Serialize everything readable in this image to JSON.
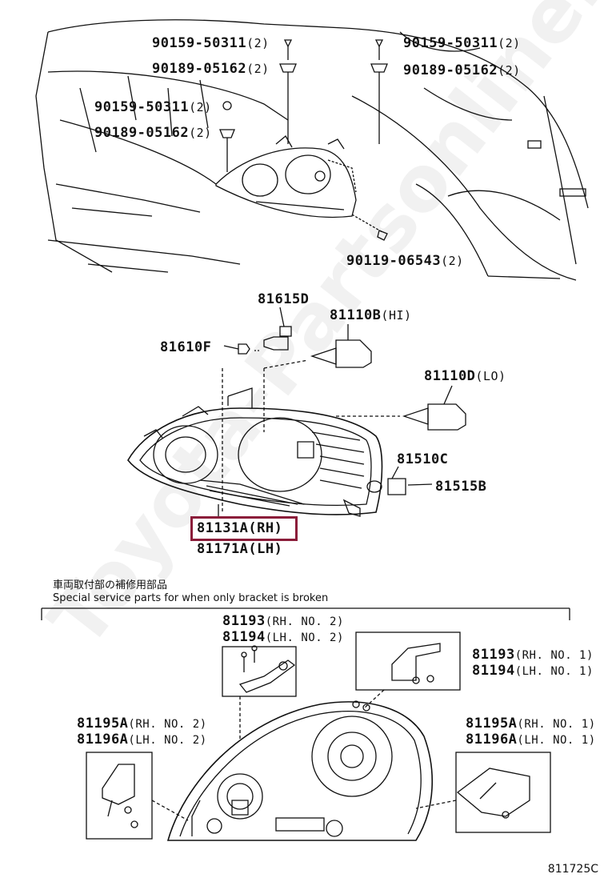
{
  "top_callouts": [
    {
      "part": "90159-50311",
      "qty": "(2)"
    },
    {
      "part": "90189-05162",
      "qty": "(2)"
    },
    {
      "part": "90159-50311",
      "qty": "(2)"
    },
    {
      "part": "90189-05162",
      "qty": "(2)"
    },
    {
      "part": "90159-50311",
      "qty": "(2)"
    },
    {
      "part": "90189-05162",
      "qty": "(2)"
    },
    {
      "part": "90119-06543",
      "qty": "(2)"
    }
  ],
  "lamp_callouts": [
    {
      "part": "81615D",
      "note": ""
    },
    {
      "part": "81110B",
      "note": "(HI)"
    },
    {
      "part": "81610F",
      "note": ""
    },
    {
      "part": "81110D",
      "note": "(LO)"
    },
    {
      "part": "81510C",
      "note": ""
    },
    {
      "part": "81515B",
      "note": ""
    }
  ],
  "highlighted_part": "81131A(RH)",
  "lh_part": "81171A(LH)",
  "section_note_jp": "車両取付部の補修用部品",
  "section_note_en": "Special service parts for when only bracket is broken",
  "bracket_callouts": [
    {
      "part": "81193",
      "note": "(RH. NO. 2)"
    },
    {
      "part": "81194",
      "note": "(LH. NO. 2)"
    },
    {
      "part": "81193",
      "note": "(RH. NO. 1)"
    },
    {
      "part": "81194",
      "note": "(LH. NO. 1)"
    },
    {
      "part": "81195A",
      "note": "(RH. NO. 2)"
    },
    {
      "part": "81196A",
      "note": "(LH. NO. 2)"
    },
    {
      "part": "81195A",
      "note": "(RH. NO. 1)"
    },
    {
      "part": "81196A",
      "note": "(LH. NO. 1)"
    }
  ],
  "diagram_code": "811725C",
  "watermark": "Toyota-Partsonline.ru",
  "colors": {
    "highlight": "#8b1d3a",
    "ink": "#111111",
    "watermark": "#aaaaaa"
  }
}
